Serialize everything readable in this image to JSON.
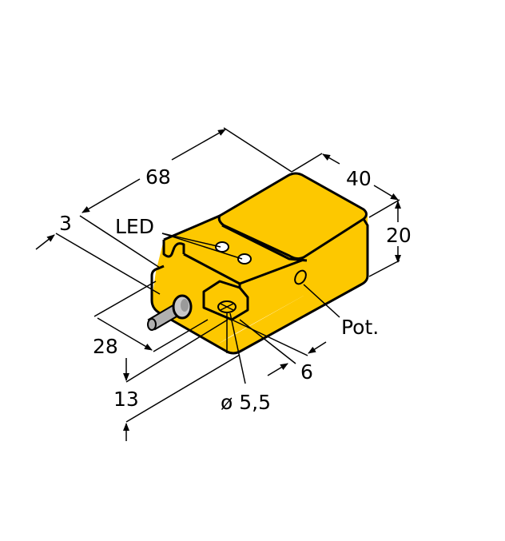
{
  "diagram": {
    "title": "Inductive sensor dimensional drawing",
    "colors": {
      "housing": "#fdc800",
      "lines": "#000000",
      "cable": "#b0b0b0",
      "background": "#ffffff"
    },
    "dimensions": {
      "length": "68",
      "width": "40",
      "height": "20",
      "offset_top": "3",
      "depth_28": "28",
      "mount_13": "13",
      "mount_6": "6",
      "hole_diameter": "ø 5,5"
    },
    "labels": {
      "led": "LED",
      "pot": "Pot."
    }
  }
}
